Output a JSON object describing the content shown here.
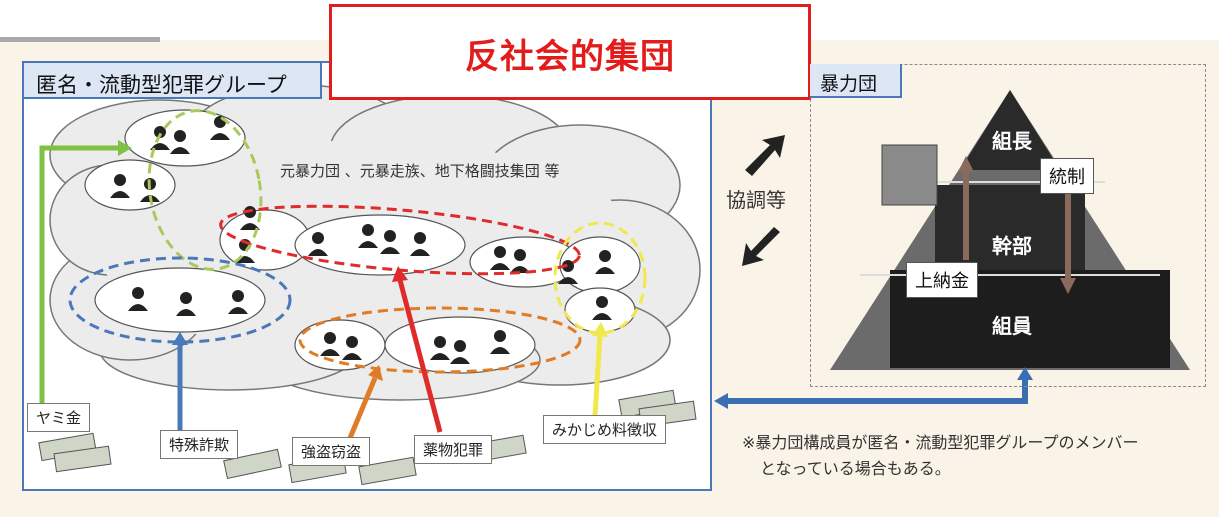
{
  "main_title": "反社会的集団",
  "left_panel": {
    "title": "匿名・流動型犯罪グループ",
    "cloud_caption": "元暴力団 、元暴走族、地下格闘技集団 等",
    "labels": {
      "yamikin": "ヤミ金",
      "tokushu_sagi": "特殊詐欺",
      "goto_setto": "強盗窃盗",
      "yakubutsu": "薬物犯罪",
      "mikajime": "みかじめ料徴収"
    }
  },
  "middle": {
    "coop_label": "協調等"
  },
  "right_panel": {
    "title": "暴力団",
    "kumicho": "組長",
    "kanbu": "幹部",
    "kumiin": "組員",
    "tosei": "統制",
    "jonokin": "上納金"
  },
  "note": {
    "line1": "※暴力団構成員が匿名・流動型犯罪グループのメンバー",
    "line2": "となっている場合もある。"
  },
  "colors": {
    "title_red": "#e21b1b",
    "panel_blue": "#4a78b9",
    "green": "#7dc242",
    "blue": "#4a78b9",
    "orange": "#e07b26",
    "red": "#e02b2b",
    "yellow": "#f1e84b",
    "lightgreen": "#a9c95a"
  }
}
